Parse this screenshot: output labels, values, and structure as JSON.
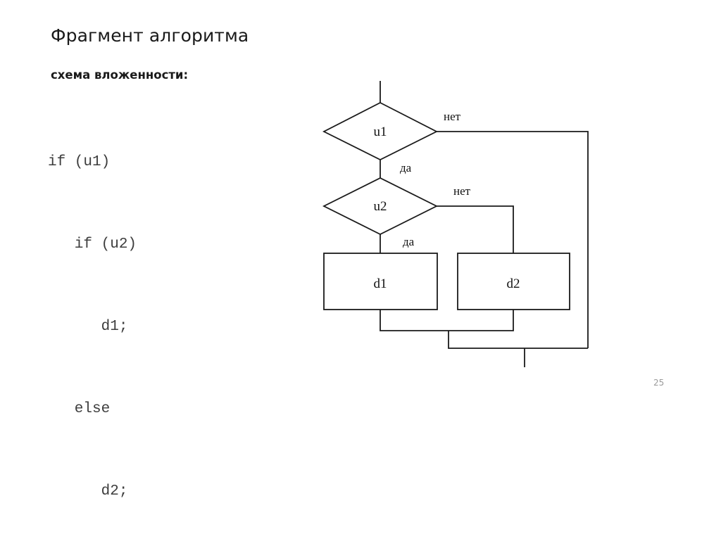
{
  "slide": {
    "title": "Фрагмент алгоритма",
    "subtitle": "схема вложенности:",
    "page_number": "25"
  },
  "code": {
    "lines": [
      "if (u1)",
      "   if (u2)",
      "      d1;",
      "   else",
      "      d2;"
    ]
  },
  "flowchart": {
    "nodes": {
      "decision_u1": "u1",
      "decision_u2": "u2",
      "process_d1": "d1",
      "process_d2": "d2"
    },
    "edge_labels": {
      "u1_no": "нет",
      "u1_yes": "да",
      "u2_no": "нет",
      "u2_yes": "да"
    },
    "colors": {
      "stroke": "#1a1a1a",
      "fill": "#ffffff",
      "text": "#111111"
    }
  }
}
